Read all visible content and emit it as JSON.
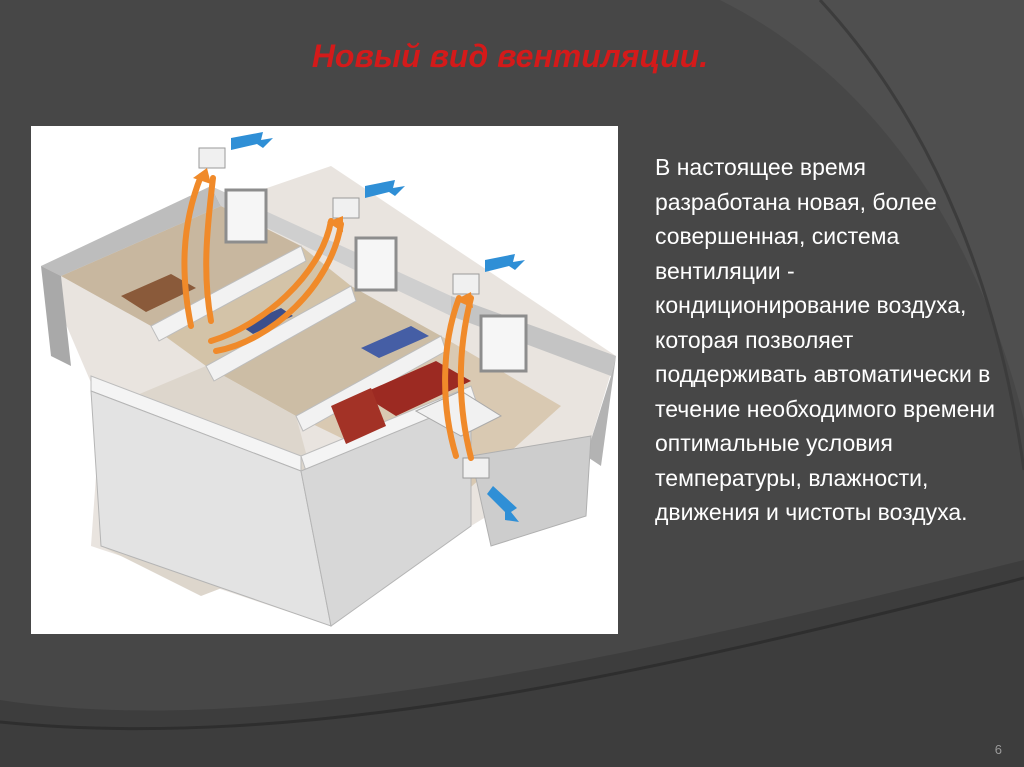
{
  "slide": {
    "title": "Новый вид вентиляции.",
    "body": "В настоящее время разработана новая, более совершенная, система вентиляции - кондиционирование воздуха, которая позволяет поддерживать автоматически в течение необходимого времени оптимальные условия температуры, влажности, движения и чистоты воздуха.",
    "page_number": "6"
  },
  "colors": {
    "background": "#474747",
    "title": "#d41a1a",
    "text": "#ffffff",
    "warm_air": "#f08a2a",
    "cool_air": "#2f8fd6"
  },
  "picture": {
    "icons": [
      "air-conditioner-icon",
      "warm-airflow-arrow-icon",
      "cool-airflow-arrow-icon"
    ]
  }
}
